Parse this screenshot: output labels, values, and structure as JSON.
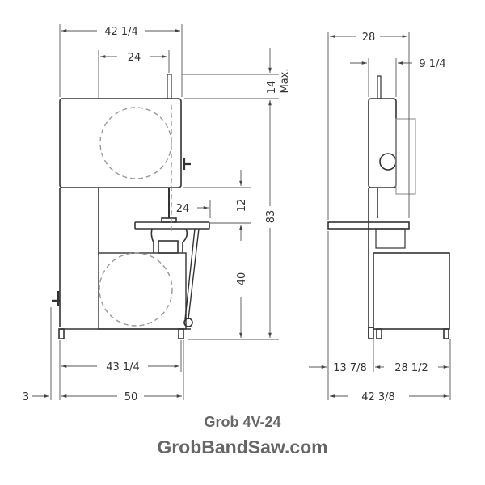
{
  "caption": {
    "model": "Grob 4V-24",
    "website": "GrobBandSaw.com"
  },
  "front_view": {
    "dims": {
      "overall_top_width": "42 1/4",
      "throat_width": "24",
      "blade_guide_max": "14",
      "blade_guide_max_suffix": "Max.",
      "table_to_guide": "12",
      "table_width": "24",
      "overall_height": "83",
      "table_height": "40",
      "base_width": "43 1/4",
      "overall_base_width": "50",
      "left_offset": "3"
    }
  },
  "side_view": {
    "dims": {
      "top_depth": "28",
      "column_depth": "9 1/4",
      "front_offset": "13 7/8",
      "base_depth": "28 1/2",
      "overall_depth": "42 3/8"
    }
  },
  "colors": {
    "line": "#333333",
    "dim_line": "#555555",
    "hidden_line": "#999999",
    "caption_text": "#666666"
  }
}
